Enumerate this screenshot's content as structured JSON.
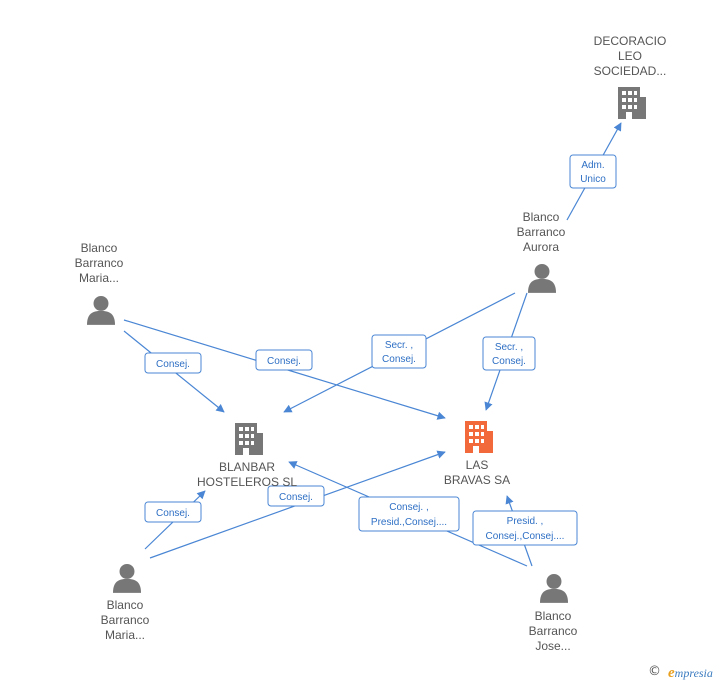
{
  "colors": {
    "edge": "#4a86d4",
    "company": "#777777",
    "company_focus": "#f26a3c",
    "person": "#777777"
  },
  "nodes": {
    "decoracio": {
      "lines": [
        "DECORACIO",
        "LEO",
        "SOCIEDAD..."
      ],
      "icon": "building-icon"
    },
    "aurora": {
      "lines": [
        "Blanco",
        "Barranco",
        "Aurora"
      ],
      "icon": "person-icon"
    },
    "maria_top": {
      "lines": [
        "Blanco",
        "Barranco",
        "Maria..."
      ],
      "icon": "person-icon"
    },
    "blanbar": {
      "lines": [
        "BLANBAR",
        "HOSTELEROS SL"
      ],
      "icon": "building-icon"
    },
    "las_bravas": {
      "lines": [
        "LAS",
        "BRAVAS SA"
      ],
      "icon": "building-icon"
    },
    "maria_bottom": {
      "lines": [
        "Blanco",
        "Barranco",
        "Maria..."
      ],
      "icon": "person-icon"
    },
    "jose": {
      "lines": [
        "Blanco",
        "Barranco",
        "Jose..."
      ],
      "icon": "person-icon"
    }
  },
  "edge_labels": {
    "adm_unico": [
      "Adm.",
      "Unico"
    ],
    "secr_consej_1": [
      "Secr. ,",
      "Consej."
    ],
    "secr_consej_2": [
      "Secr. ,",
      "Consej."
    ],
    "consej_1": [
      "Consej."
    ],
    "consej_2": [
      "Consej."
    ],
    "consej_3": [
      "Consej."
    ],
    "consej_4": [
      "Consej."
    ],
    "consej_presid": [
      "Consej. ,",
      "Presid.,Consej...."
    ],
    "presid_consej": [
      "Presid. ,",
      "Consej.,Consej...."
    ]
  },
  "footer": {
    "copyright": "©",
    "brand_initial": "e",
    "brand_rest": "mpresia"
  }
}
